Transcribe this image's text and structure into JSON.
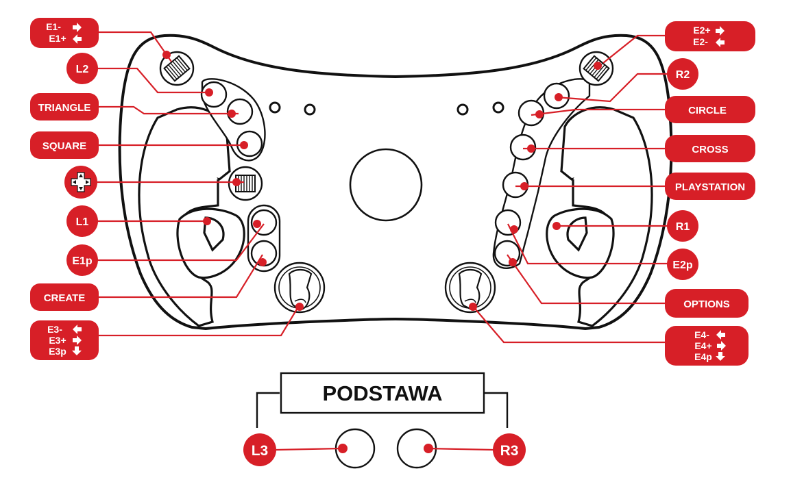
{
  "colors": {
    "accent": "#d71f27",
    "outline": "#111111",
    "background": "#ffffff"
  },
  "labels": {
    "e1": {
      "line1": "E1-",
      "line2": "E1+"
    },
    "e2": {
      "line1": "E2+",
      "line2": "E2-"
    },
    "l2": "L2",
    "r2": "R2",
    "triangle": "TRIANGLE",
    "circle": "CIRCLE",
    "square": "SQUARE",
    "cross": "CROSS",
    "playstation": "PLAYSTATION",
    "l1": "L1",
    "r1": "R1",
    "e1p": "E1p",
    "e2p": "E2p",
    "create": "CREATE",
    "options": "OPTIONS",
    "e3": {
      "line1": "E3-",
      "line2": "E3+",
      "line3": "E3p"
    },
    "e4": {
      "line1": "E4-",
      "line2": "E4+",
      "line3": "E4p"
    },
    "l3": "L3",
    "r3": "R3"
  },
  "icons": {
    "arrow_right": "arrow-right-icon",
    "arrow_left": "arrow-left-icon",
    "arrow_down": "arrow-down-icon",
    "dpad": "dpad-icon"
  },
  "base": {
    "title": "PODSTAWA"
  }
}
